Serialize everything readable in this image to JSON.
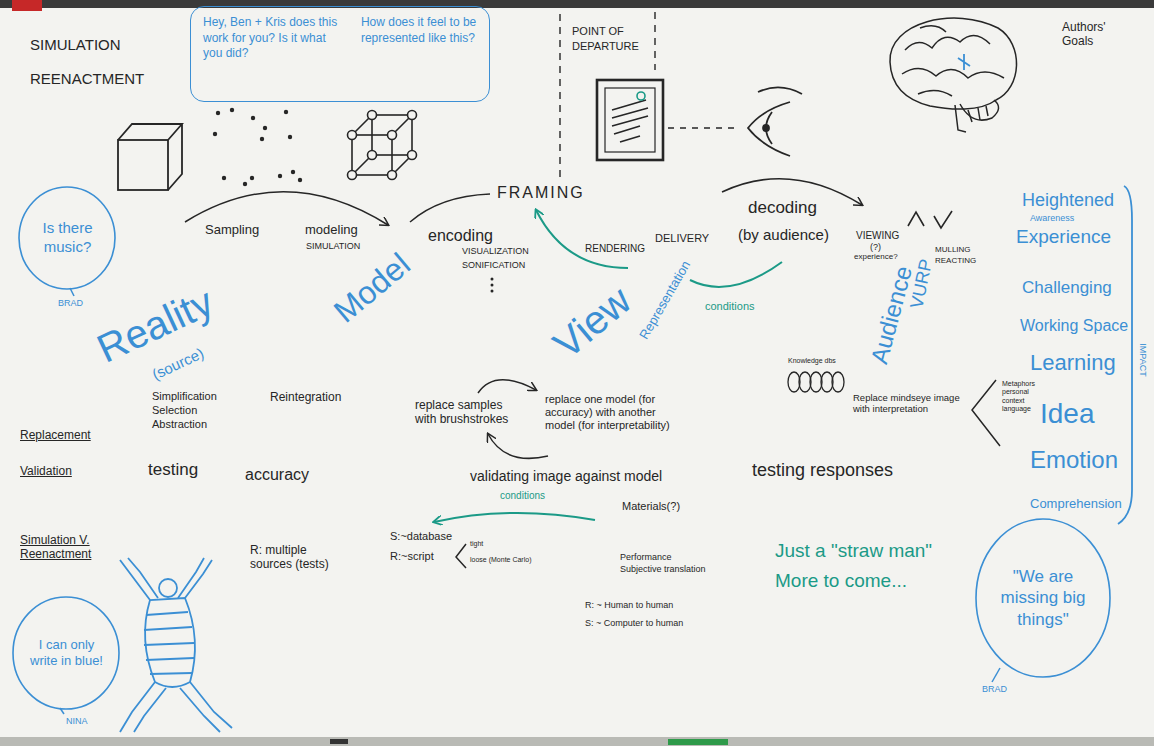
{
  "diagram": {
    "nodes": [
      {
        "text": [
          "Hey, Ben + Kris does this work for you? Is it what you did?",
          "How does it feel to be represented like this?"
        ]
      },
      {
        "text": [
          "Is there music?"
        ]
      },
      {
        "text": [
          "I can only write in blue!"
        ]
      },
      {
        "text": [
          "\"We are missing big things\""
        ]
      }
    ],
    "labels": [
      "SIMULATION",
      "REENACTMENT",
      "POINT OF DEPARTURE",
      "Authors' Goals",
      "Sampling",
      "modeling",
      "SIMULATION",
      "FRAMING",
      "encoding",
      "VISUALIZATION",
      "SONIFICATION",
      "RENDERING",
      "DELIVERY",
      "decoding",
      "(by audience)",
      "VIEWING",
      "(?)",
      "experience?",
      "MULLING",
      "REACTING",
      "Heightened",
      "Awareness",
      "Experience",
      "Challenging",
      "Working Space",
      "Learning",
      "Idea",
      "Emotion",
      "Comprehension",
      "IMPACT",
      "Reality",
      "(source)",
      "Model",
      "View",
      "Representation",
      "conditions",
      "Audience",
      "VURP",
      "Replacement",
      "Simplification Selection Abstraction",
      "Reintegration",
      "replace samples with brushstrokes",
      "replace one model (for accuracy) with another model (for interpretability)",
      "Knowledge dbs",
      "Replace mindseye image with interpretation",
      "Metaphors personal context language",
      "Validation",
      "testing",
      "accuracy",
      "validating image against model",
      "conditions",
      "Materials(?)",
      "testing responses",
      "Simulation V. Reenactment",
      "R: multiple sources (tests)",
      "S:~database",
      "R:~script",
      "tight",
      "loose (Monte Carlo)",
      "Performance",
      "Subjective translation",
      "R: ~ Human to human",
      "S: ~ Computer to human",
      "Just a \"straw man\"",
      "More to come...",
      "BRAD",
      "NINA",
      "BRAD"
    ]
  }
}
